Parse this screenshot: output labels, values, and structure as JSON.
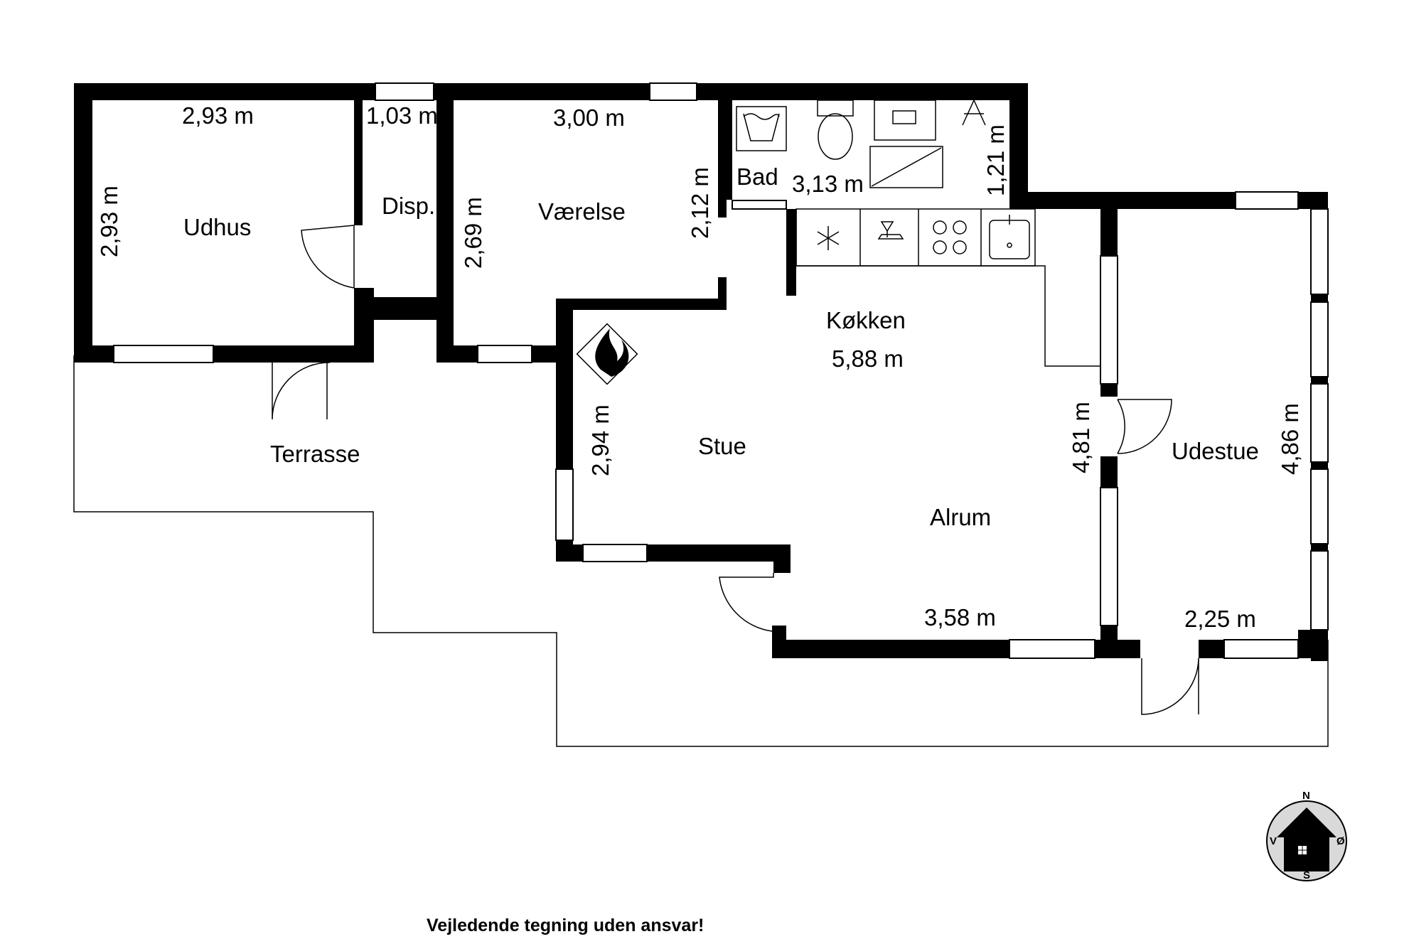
{
  "rooms": {
    "udhus": "Udhus",
    "disp": "Disp.",
    "vaerelse": "Værelse",
    "bad": "Bad",
    "koekken": "Køkken",
    "stue": "Stue",
    "alrum": "Alrum",
    "udestue": "Udestue",
    "terrasse": "Terrasse"
  },
  "dimensions": {
    "udhus_width": "2,93 m",
    "udhus_height": "2,93 m",
    "disp_width": "1,03 m",
    "vaerelse_width": "3,00 m",
    "vaerelse_height": "2,69 m",
    "vaerelse_right": "2,12 m",
    "bad_width": "3,13 m",
    "bad_height": "1,21 m",
    "koekken_width": "5,88 m",
    "stue_height": "2,94 m",
    "alrum_height": "4,81 m",
    "alrum_width": "3,58 m",
    "udestue_height": "4,86 m",
    "udestue_width": "2,25 m"
  },
  "compass": {
    "n": "N",
    "s": "S",
    "v": "V",
    "e": "Ø"
  },
  "footer": {
    "disclaimer": "Vejledende tegning uden ansvar!"
  }
}
